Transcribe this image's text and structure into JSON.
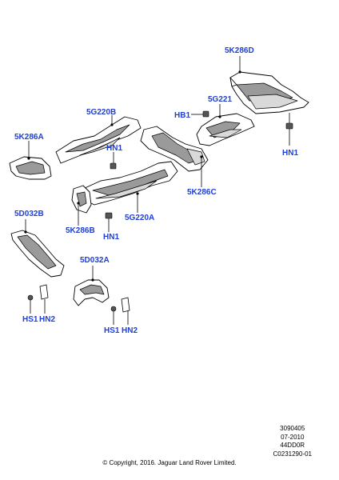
{
  "callouts": {
    "c_5K286D": "5K286D",
    "c_5G221": "5G221",
    "c_HB1": "HB1",
    "c_5G220B": "5G220B",
    "c_5K286A": "5K286A",
    "c_HN1_top": "HN1",
    "c_HN1_right": "HN1",
    "c_5K286C": "5K286C",
    "c_5G220A": "5G220A",
    "c_5D032B": "5D032B",
    "c_5K286B": "5K286B",
    "c_HN1_mid": "HN1",
    "c_5D032A": "5D032A",
    "c_HS1_left": "HS1",
    "c_HN2_left": "HN2",
    "c_HS1_right": "HS1",
    "c_HN2_right": "HN2"
  },
  "meta": {
    "line1": "3090405",
    "line2": "07-2010",
    "line3": "44DD0R",
    "line4": "C0231290-01"
  },
  "copyright": "© Copyright, 2016. Jaguar Land Rover Limited.",
  "colors": {
    "callout": "#1f3fd6",
    "line": "#000000",
    "shade": "#9a9a9a"
  }
}
